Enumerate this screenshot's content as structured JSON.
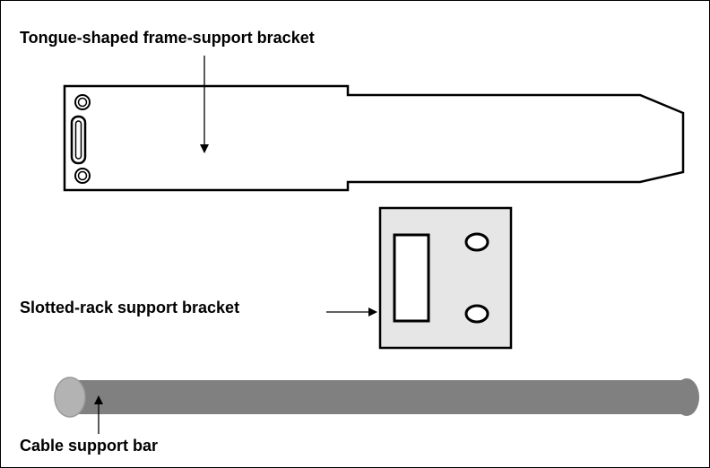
{
  "labels": {
    "tongue_bracket": "Tongue-shaped frame-support bracket",
    "slotted_bracket": "Slotted-rack support bracket",
    "cable_bar": "Cable support bar"
  },
  "colors": {
    "outline": "#000000",
    "bracket_fill": "#ffffff",
    "rack_plate_fill": "#e6e6e6",
    "bar_fill": "#808080",
    "bar_end_fill": "#b3b3b3",
    "bar_end_cap": "#999999"
  }
}
